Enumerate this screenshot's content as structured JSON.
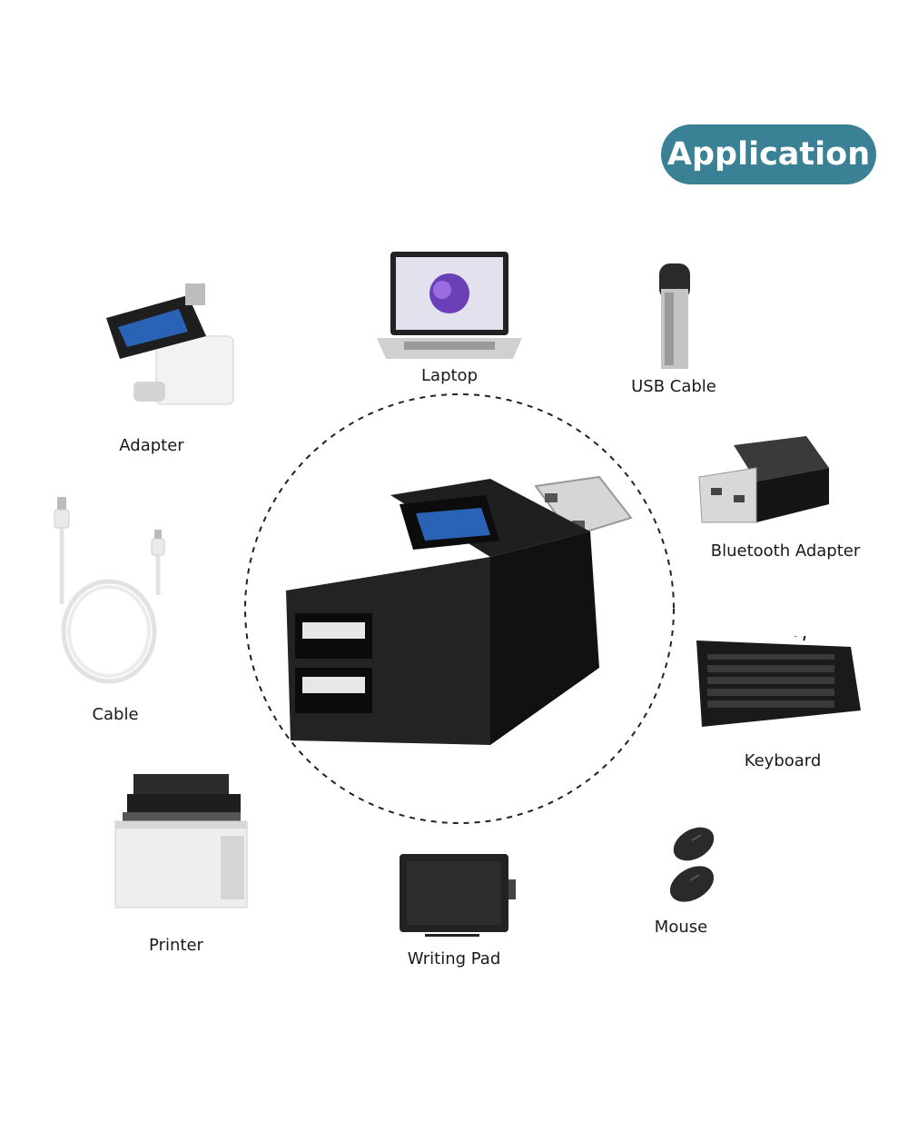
{
  "badge": {
    "title": "Application",
    "color": "#3b8196"
  },
  "devices": {
    "laptop": {
      "label": "Laptop",
      "icon": "laptop-icon"
    },
    "usb_cable": {
      "label": "USB Cable",
      "icon": "usb-stick-icon"
    },
    "adapter": {
      "label": "Adapter",
      "icon": "usb-c-adapter-icon"
    },
    "bluetooth": {
      "label": "Bluetooth Adapter",
      "icon": "bluetooth-dongle-icon"
    },
    "cable": {
      "label": "Cable",
      "icon": "coiled-cable-icon"
    },
    "keyboard": {
      "label": "Keyboard",
      "icon": "keyboard-icon"
    },
    "printer": {
      "label": "Printer",
      "icon": "printer-icon"
    },
    "writing_pad": {
      "label": "Writing Pad",
      "icon": "tablet-icon"
    },
    "mouse": {
      "label": "Mouse",
      "icon": "mouse-icon"
    }
  },
  "center": {
    "icon": "usb-hub-icon"
  }
}
